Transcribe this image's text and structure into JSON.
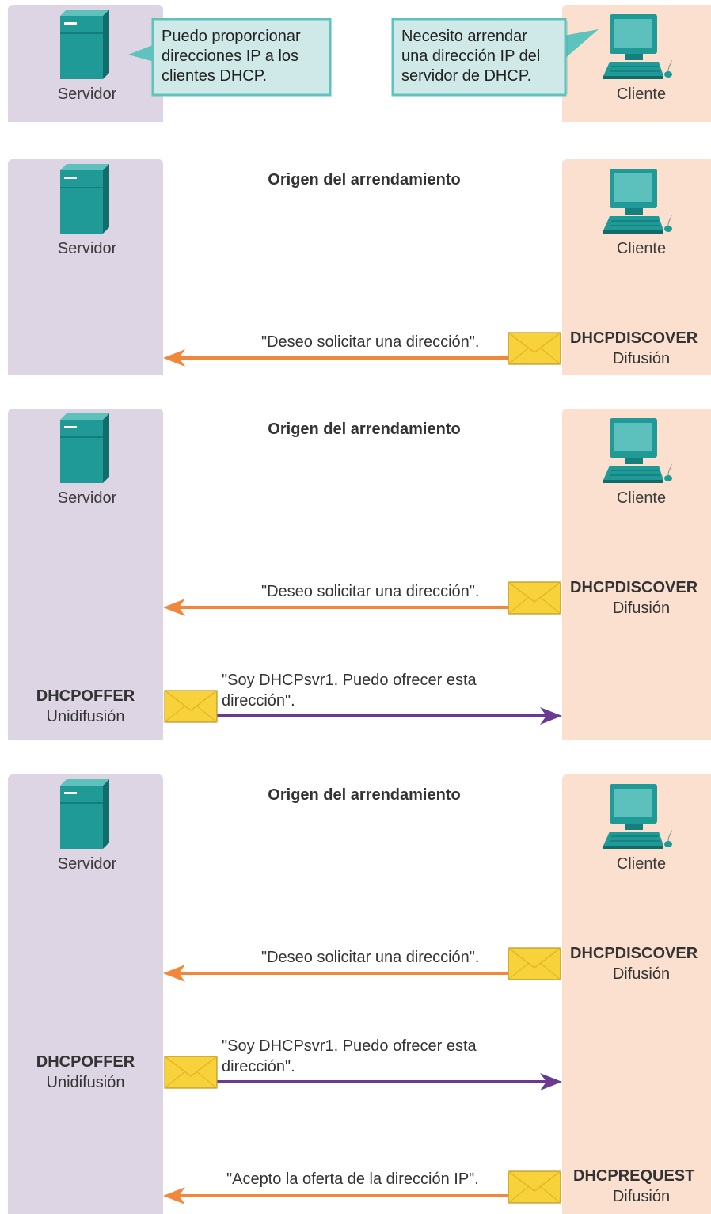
{
  "labels": {
    "server": "Servidor",
    "client": "Cliente",
    "title": "Origen del arrendamiento"
  },
  "callouts": {
    "server": [
      "Puedo proporcionar",
      "direcciones IP a los",
      "clientes DHCP."
    ],
    "client": [
      "Necesito arrendar",
      "una dirección IP del",
      "servidor de DHCP."
    ]
  },
  "messages": {
    "discover": {
      "type": "DHCPDISCOVER",
      "mode": "Difusión",
      "text": "\"Deseo solicitar una dirección\"."
    },
    "offer": {
      "type": "DHCPOFFER",
      "mode": "Unidifusión",
      "text": "\"Soy DHCPsvr1. Puedo ofrecer esta dirección\"."
    },
    "request": {
      "type": "DHCPREQUEST",
      "mode": "Difusión",
      "text": "\"Acepto la oferta de la dirección IP\"."
    }
  },
  "colors": {
    "server_bg": "#ddd4e4",
    "client_bg": "#fbe0cf",
    "teal": "#1f9a96",
    "broadcast_arrow": "#f0873a",
    "unicast_arrow": "#6a3a92",
    "envelope": "#f7d23a",
    "callout_bg": "#cfe9e8",
    "callout_border": "#5ec2bd"
  },
  "icons": {
    "server": "server-tower-icon",
    "client": "desktop-computer-icon",
    "message": "envelope-icon"
  }
}
